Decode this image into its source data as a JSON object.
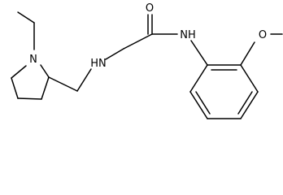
{
  "molecule": {
    "atoms": [
      {
        "id": "N1",
        "label": "N"
      },
      {
        "id": "N2",
        "label": "HN"
      },
      {
        "id": "O1",
        "label": "O"
      },
      {
        "id": "N3",
        "label": "NH"
      },
      {
        "id": "O2",
        "label": "O"
      }
    ]
  }
}
